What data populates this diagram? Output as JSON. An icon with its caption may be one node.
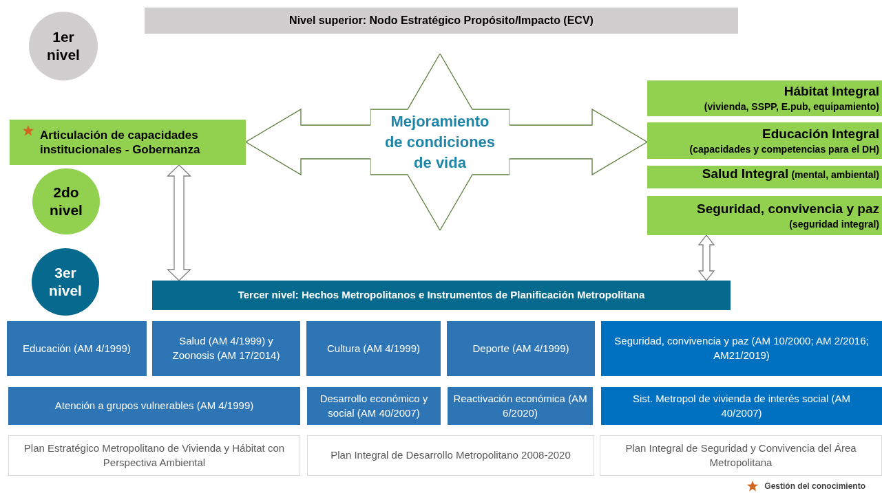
{
  "diagram": {
    "nodes": [
      {
        "text": [
          "Nivel superior: Nodo Estratégico Propósito/Impacto (ECV)"
        ]
      },
      {
        "text": [
          "1er nivel"
        ]
      },
      {
        "text": [
          "Mejoramiento de condiciones de vida"
        ]
      },
      {
        "text": [
          "Articulación de capacidades institucionales - Gobernanza"
        ]
      },
      {
        "text": [
          "Hábitat Integral",
          "(vivienda, SSPP, E.pub, equipamiento)"
        ]
      },
      {
        "text": [
          "Educación Integral",
          "(capacidades y competencias para el DH)"
        ]
      },
      {
        "text": [
          "Salud Integral",
          "(mental, ambiental)"
        ]
      },
      {
        "text": [
          "Seguridad, convivencia y paz",
          "(seguridad integral)"
        ]
      },
      {
        "text": [
          "2do nivel"
        ]
      },
      {
        "text": [
          "3er nivel"
        ]
      },
      {
        "text": [
          "Tercer nivel: Hechos Metropolitanos e Instrumentos de Planificación Metropolitana"
        ]
      },
      {
        "text": [
          "Educación (AM 4/1999)"
        ]
      },
      {
        "text": [
          "Salud (AM 4/1999) y Zoonosis (AM 17/2014)"
        ]
      },
      {
        "text": [
          "Cultura (AM 4/1999)"
        ]
      },
      {
        "text": [
          "Deporte (AM 4/1999)"
        ]
      },
      {
        "text": [
          "Seguridad, convivencia y paz (AM 10/2000; AM 2/2016; AM21/2019)"
        ]
      },
      {
        "text": [
          "Atención a grupos vulnerables (AM 4/1999)"
        ]
      },
      {
        "text": [
          "Desarrollo económico y social (AM 40/2007)"
        ]
      },
      {
        "text": [
          "Reactivación económica (AM 6/2020)"
        ]
      },
      {
        "text": [
          "Sist. Metropol de vivienda de interés social (AM 40/2007)"
        ]
      },
      {
        "text": [
          "Plan Estratégico Metropolitano de Vivienda y Hábitat con Perspectiva Ambiental"
        ]
      },
      {
        "text": [
          "Plan Integral de Desarrollo Metropolitano 2008-2020"
        ]
      },
      {
        "text": [
          "Plan Integral de Seguridad y Convivencia del Área Metropolitana"
        ]
      }
    ],
    "edges": [
      {
        "from": 2,
        "to": 3,
        "arrow": "to",
        "color": "#5b7f3b"
      },
      {
        "from": 2,
        "to": 5,
        "arrow": "to",
        "color": "#5b7f3b"
      },
      {
        "from": 3,
        "to": 10,
        "arrow": "both"
      },
      {
        "from": 7,
        "to": 10,
        "arrow": "both"
      }
    ],
    "legend": [
      {
        "text": "Gestión del conocimiento"
      }
    ]
  }
}
